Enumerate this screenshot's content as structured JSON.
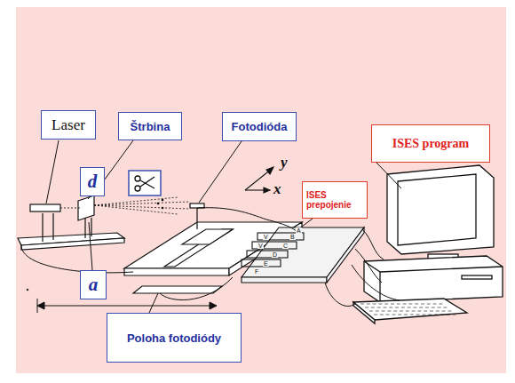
{
  "diagram": {
    "nodes": [
      {
        "text": [
          "Laser"
        ]
      },
      {
        "text": [
          "Štrbina"
        ]
      },
      {
        "text": [
          "Fotodióda"
        ]
      },
      {
        "text": [
          "ISES program"
        ]
      },
      {
        "text": [
          "d"
        ]
      },
      {
        "text": [
          "ISES prepojenie"
        ]
      },
      {
        "text": [
          "a"
        ]
      },
      {
        "text": [
          "Poloha fotodiódy"
        ]
      }
    ],
    "labels": [
      "y",
      "x",
      "A",
      "V",
      "B",
      "V",
      "C",
      "D",
      "E",
      "F"
    ]
  }
}
